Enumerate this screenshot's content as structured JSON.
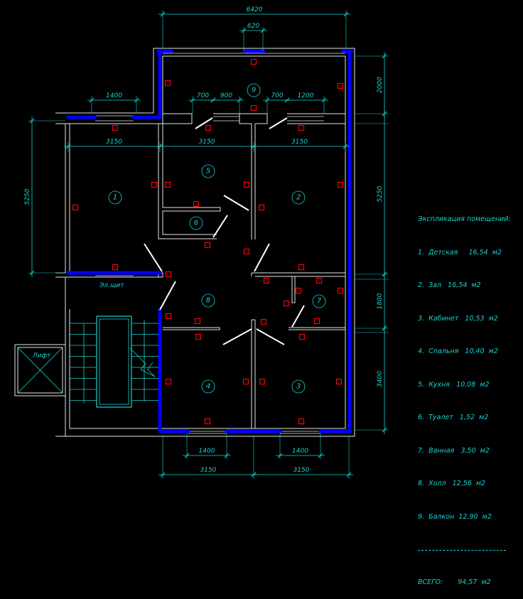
{
  "plan": {
    "dimensions": {
      "overall_width": "6420",
      "balcony_window": "620",
      "window_top_left": "1400",
      "door_kitchen": "700",
      "window_kitchen": "900",
      "door_room2": "700",
      "window_room2": "1200",
      "room_widths": [
        "3150",
        "3150",
        "3150"
      ],
      "left_height": "5250",
      "right_heights": [
        "2000",
        "5250",
        "1800",
        "3400"
      ],
      "bottom_windows": [
        "1400",
        "1400"
      ],
      "bottom_widths": [
        "3150",
        "3150"
      ]
    },
    "room_numbers": [
      "1",
      "2",
      "3",
      "4",
      "5",
      "6",
      "7",
      "8",
      "9"
    ],
    "labels": {
      "electric_panel": "Эл.щит",
      "elevator": "Лифт"
    }
  },
  "legend": {
    "title": "Экспликация помещений:",
    "items": [
      "1.  Детская     16,54  м2",
      "2.  Зал   16,54  м2",
      "3.  Кабинет   10,53  м2",
      "4.  Спальня   10,40  м2",
      "5.  Кухня   10,08  м2",
      "6.  Туалет   1,52  м2",
      "7.  Ванная   3,50  м2",
      "8.  Холл   12,56  м2",
      "9.  Балкон  12,90  м2"
    ],
    "total": "ВСЕГО:       94,57  м2"
  },
  "colors": {
    "dimension": "#19d3d3",
    "wall": "#e6e6e6",
    "outer_wall": "#0000ff",
    "marker": "#ff0000"
  }
}
